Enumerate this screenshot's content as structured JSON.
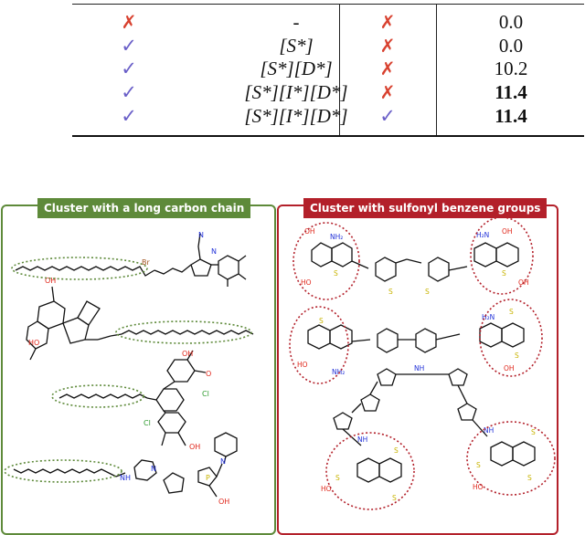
{
  "table": {
    "rows": [
      {
        "c1": "✗",
        "c1_type": "cross",
        "c2": "-",
        "c3": "✗",
        "c3_type": "cross",
        "c4": "0.0",
        "bold": false
      },
      {
        "c1": "✓",
        "c1_type": "check",
        "c2": "[S*]",
        "c3": "✗",
        "c3_type": "cross",
        "c4": "0.0",
        "bold": false
      },
      {
        "c1": "✓",
        "c1_type": "check",
        "c2": "[S*][D*]",
        "c3": "✗",
        "c3_type": "cross",
        "c4": "10.2",
        "bold": false
      },
      {
        "c1": "✓",
        "c1_type": "check",
        "c2": "[S*][I*][D*]",
        "c3": "✗",
        "c3_type": "cross",
        "c4": "11.4",
        "bold": true
      },
      {
        "c1": "✓",
        "c1_type": "check",
        "c2": "[S*][I*][D*]",
        "c3": "✓",
        "c3_type": "check",
        "c4": "11.4",
        "bold": true
      }
    ]
  },
  "left_panel": {
    "title": "Cluster with a long carbon chain",
    "atom_labels": {
      "br": "Br",
      "oh": "OH",
      "ho": "HO",
      "cl": "Cl",
      "nh": "NH",
      "n": "N"
    }
  },
  "right_panel": {
    "title": "Cluster with sulfonyl benzene groups",
    "atom_labels": {
      "nh2": "NH₂",
      "oh": "OH",
      "ho": "HO",
      "s": "S"
    }
  },
  "colors": {
    "green": "#5e8a3a",
    "red": "#b3202a",
    "cross": "#d8412f",
    "check": "#6a5fc8",
    "oxygen": "#e0261a",
    "nitrogen": "#2030d8",
    "sulfur": "#c8b400",
    "chlorine": "#2e9b2e",
    "bromine": "#a0521e"
  }
}
